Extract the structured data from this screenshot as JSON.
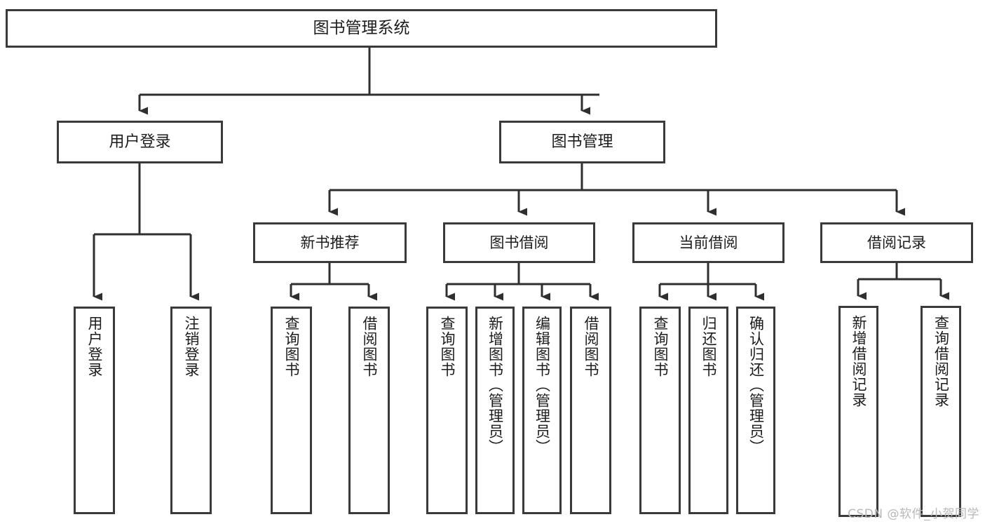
{
  "diagram": {
    "title": "图书管理系统",
    "watermark": "CSDN @软件_小贺同学",
    "colors": {
      "box_border": "#3a3a3a",
      "box_fill": "#ffffff",
      "connector": "#2f2f2f",
      "text": "#1c1c1c",
      "watermark": "#b8b8b8"
    },
    "levels": {
      "root": "图书管理系统",
      "level2": [
        "用户登录",
        "图书管理"
      ],
      "level3": [
        "新书推荐",
        "图书借阅",
        "当前借阅",
        "借阅记录"
      ]
    },
    "nodes": {
      "root": {
        "label": "图书管理系统"
      },
      "user_login": {
        "label": "用户登录"
      },
      "book_manage": {
        "label": "图书管理"
      },
      "new_book_rec": {
        "label": "新书推荐"
      },
      "book_borrow": {
        "label": "图书借阅"
      },
      "current_borrow": {
        "label": "当前借阅"
      },
      "borrow_record": {
        "label": "借阅记录"
      },
      "leaf_user_login": {
        "label": "用户登录"
      },
      "leaf_user_logout": {
        "label": "注销登录"
      },
      "leaf_query_book_a": {
        "label": "查询图书"
      },
      "leaf_borrow_book_a": {
        "label": "借阅图书"
      },
      "leaf_query_book_b": {
        "label": "查询图书"
      },
      "leaf_add_book": {
        "label": "新增图书（管理员）"
      },
      "leaf_edit_book": {
        "label": "编辑图书（管理员）"
      },
      "leaf_borrow_book_b": {
        "label": "借阅图书"
      },
      "leaf_query_book_c": {
        "label": "查询图书"
      },
      "leaf_return_book": {
        "label": "归还图书"
      },
      "leaf_confirm_return": {
        "label": "确认归还（管理员）"
      },
      "leaf_add_record": {
        "label": "新增借阅记录"
      },
      "leaf_query_record": {
        "label": "查询借阅记录"
      }
    },
    "tree": [
      {
        "label": "图书管理系统",
        "children": [
          {
            "label": "用户登录",
            "children": [
              {
                "label": "用户登录"
              },
              {
                "label": "注销登录"
              }
            ]
          },
          {
            "label": "图书管理",
            "children": [
              {
                "label": "新书推荐",
                "children": [
                  {
                    "label": "查询图书"
                  },
                  {
                    "label": "借阅图书"
                  }
                ]
              },
              {
                "label": "图书借阅",
                "children": [
                  {
                    "label": "查询图书"
                  },
                  {
                    "label": "新增图书（管理员）"
                  },
                  {
                    "label": "编辑图书（管理员）"
                  },
                  {
                    "label": "借阅图书"
                  }
                ]
              },
              {
                "label": "当前借阅",
                "children": [
                  {
                    "label": "查询图书"
                  },
                  {
                    "label": "归还图书"
                  },
                  {
                    "label": "确认归还（管理员）"
                  }
                ]
              },
              {
                "label": "借阅记录",
                "children": [
                  {
                    "label": "新增借阅记录"
                  },
                  {
                    "label": "查询借阅记录"
                  }
                ]
              }
            ]
          }
        ]
      }
    ]
  }
}
